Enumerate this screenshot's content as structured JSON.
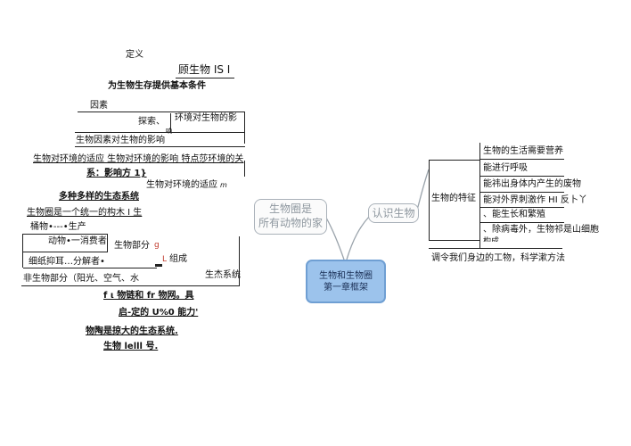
{
  "center": {
    "line1": "生物和生物圈",
    "line2": "第一章框架"
  },
  "branch_left": {
    "line1": "生物圈是",
    "line2": "所有动物的家"
  },
  "branch_right": {
    "label": "认识生物"
  },
  "left": {
    "definition": "定义",
    "title": "顾生物 IS I",
    "provide": "为生物生存提供基本条件",
    "factors": "因素",
    "explore": "探索、",
    "env_effect": "环境对生物的影",
    "env_effect_tail": "响",
    "bio_factor": "生物因素对生物的影响",
    "adapt_line": "生物对环境的适应 生物对环境的影响 特点莎环境的关",
    "affect_line": "系：影响方 1}",
    "bio_env_adapt": "生物对环境的适应",
    "bio_env_adapt_mark": "m",
    "diverse": "多种多样的生态系统",
    "unified": "生物圈是一个统一的构木 I 生",
    "producer": "桶物•---•生产",
    "consumer": "动物•一消费者",
    "bio_part": "生物部分",
    "bio_part_mark": "g",
    "composition_mark": "L",
    "composition": "组成",
    "decomposer": "细纸抑耳…分解者•",
    "ecosystem": "生杰系统",
    "nonbio": "非生物部分（阳光、空气、水",
    "foodchain": "f ι 物链和 fr 物网。具",
    "capacity": "启-定的 U%0 能力'",
    "largest": "物陶是掠大的生态系统.",
    "biosphere": "生物 lelll 号."
  },
  "right": {
    "traits": "生物的特征",
    "items": [
      "生物的生活需要营养",
      "能进行呼吸",
      "能祎出身体内产生的废物",
      "能对外界刺激作 HI 反卜丫",
      "、能生长和繁殖",
      "、除病毒外，生物祁是山细胞",
      "构成"
    ],
    "survey": "调令我们身边的工物，科学漱方法"
  }
}
